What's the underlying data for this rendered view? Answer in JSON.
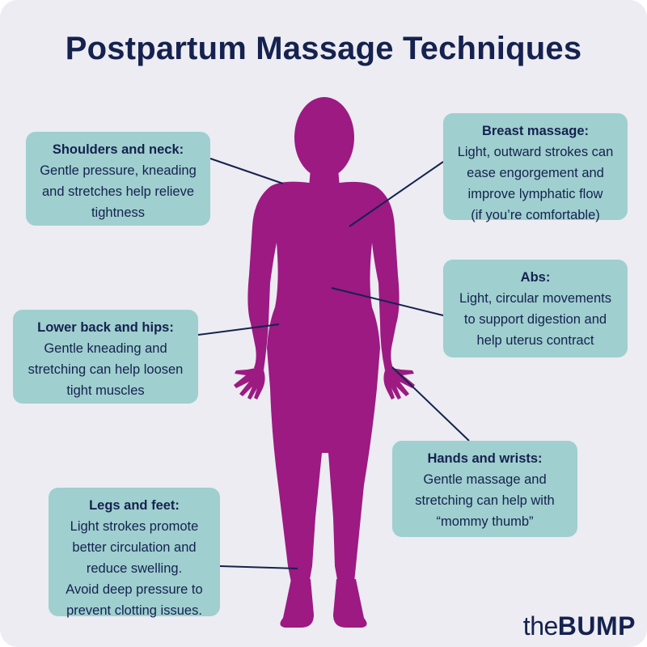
{
  "title": "Postpartum Massage Techniques",
  "colors": {
    "background": "#ECECF2",
    "box": "#9FCFCF",
    "text": "#15224F",
    "silhouette": "#9C1A82"
  },
  "callouts": {
    "shoulders": {
      "heading": "Shoulders and neck:",
      "text": "Gentle pressure, kneading\nand stretches help relieve\ntightness"
    },
    "breast": {
      "heading": "Breast massage:",
      "text": "Light, outward strokes can\nease engorgement and\nimprove lymphatic flow\n(if you’re comfortable)"
    },
    "abs": {
      "heading": "Abs:",
      "text": "Light, circular movements\nto support digestion and\nhelp uterus contract"
    },
    "back": {
      "heading": "Lower back and hips:",
      "text": "Gentle kneading and\nstretching can help loosen\ntight muscles"
    },
    "hands": {
      "heading": "Hands and wrists:",
      "text": "Gentle massage and\nstretching can help with\n“mommy thumb”"
    },
    "legs": {
      "heading": "Legs and feet:",
      "text": "Light strokes promote\nbetter circulation and\nreduce swelling.\nAvoid deep pressure to\nprevent clotting issues."
    }
  },
  "brand": {
    "prefix": "the",
    "name": "BUMP"
  }
}
